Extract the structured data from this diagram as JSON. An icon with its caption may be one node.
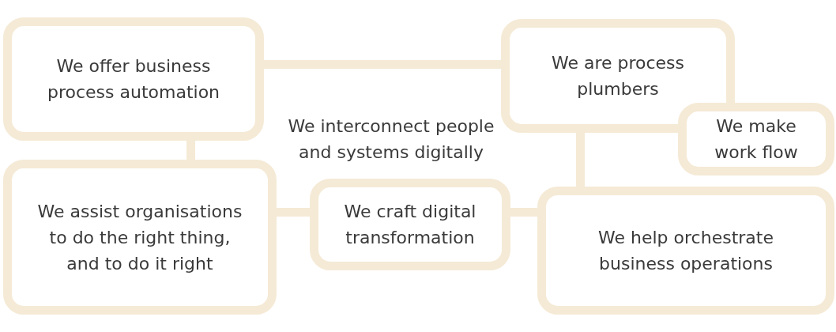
{
  "diagram": {
    "nodes": [
      {
        "text": [
          "We offer business process automation"
        ]
      },
      {
        "text": [
          "We are process plumbers"
        ]
      },
      {
        "text": [
          "We interconnect people and systems digitally"
        ]
      },
      {
        "text": [
          "We make work flow"
        ]
      },
      {
        "text": [
          "We assist organisations to do the right thing, and to do it right"
        ]
      },
      {
        "text": [
          "We craft digital transformation"
        ]
      },
      {
        "text": [
          "We help orchestrate business operations"
        ]
      }
    ]
  }
}
